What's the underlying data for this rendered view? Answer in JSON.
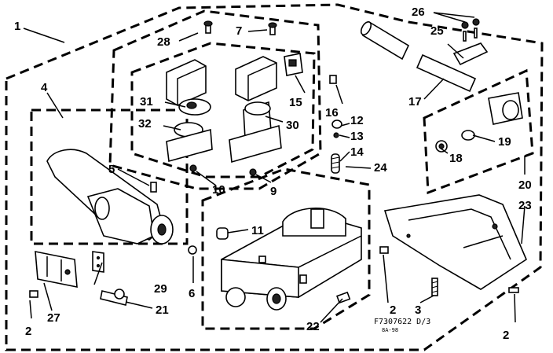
{
  "diagram": {
    "part_labels": {
      "p1": "1",
      "p2a": "2",
      "p2b": "2",
      "p2c": "2",
      "p3": "3",
      "p4": "4",
      "p5": "5",
      "p6": "6",
      "p7": "7",
      "p9": "9",
      "p10": "10",
      "p11": "11",
      "p12": "12",
      "p13": "13",
      "p14": "14",
      "p15": "15",
      "p16": "16",
      "p17": "17",
      "p18": "18",
      "p19": "19",
      "p20": "20",
      "p21": "21",
      "p22": "22",
      "p23": "23",
      "p24": "24",
      "p25": "25",
      "p26": "26",
      "p27": "27",
      "p28": "28",
      "p29": "29",
      "p30": "30",
      "p31": "31",
      "p32": "32"
    },
    "drawing_code": "F7307622 D/3",
    "sub_code": "8A-98"
  }
}
